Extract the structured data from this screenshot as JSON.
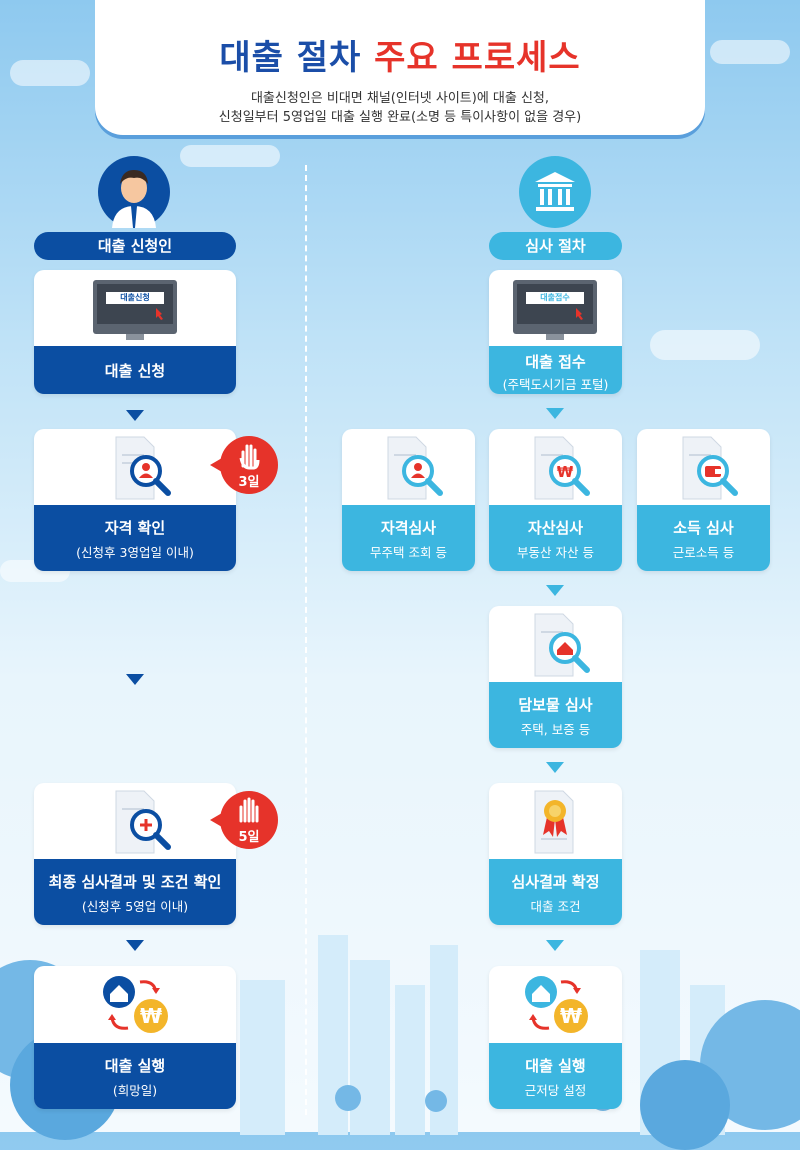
{
  "header": {
    "title_part1": "대출 절차",
    "title_part2": "주요 프로세스",
    "subtitle_line1": "대출신청인은 비대면 채널(인터넷 사이트)에 대출 신청,",
    "subtitle_line2": "신청일부터 5영업일 대출 실행 완료(소명 등 특이사항이 없을 경우)"
  },
  "left": {
    "header": "대출 신청인",
    "steps": [
      {
        "title": "대출 신청",
        "sub": "",
        "screen_label": "대출신청"
      },
      {
        "title": "자격 확인",
        "sub": "(신청후 3영업일 이내)",
        "badge": "3일"
      },
      {
        "title": "최종 심사결과 및 조건 확인",
        "sub": "(신청후 5영업 이내)",
        "badge": "5일"
      },
      {
        "title": "대출 실행",
        "sub": "(희망일)"
      }
    ]
  },
  "right": {
    "header": "심사 절차",
    "steps": [
      {
        "title": "대출 접수",
        "sub": "(주택도시기금 포털)",
        "screen_label": "대출접수"
      },
      {
        "title": "자격심사",
        "sub": "무주택 조회 등"
      },
      {
        "title": "자산심사",
        "sub": "부동산 자산 등"
      },
      {
        "title": "소득 심사",
        "sub": "근로소득 등"
      },
      {
        "title": "담보물 심사",
        "sub": "주택, 보증 등"
      },
      {
        "title": "심사결과 확정",
        "sub": "대출 조건"
      },
      {
        "title": "대출 실행",
        "sub": "근저당 설정"
      }
    ]
  },
  "colors": {
    "dark_blue": "#0b4ea2",
    "light_blue": "#3cb6e0",
    "red": "#e6332a"
  }
}
